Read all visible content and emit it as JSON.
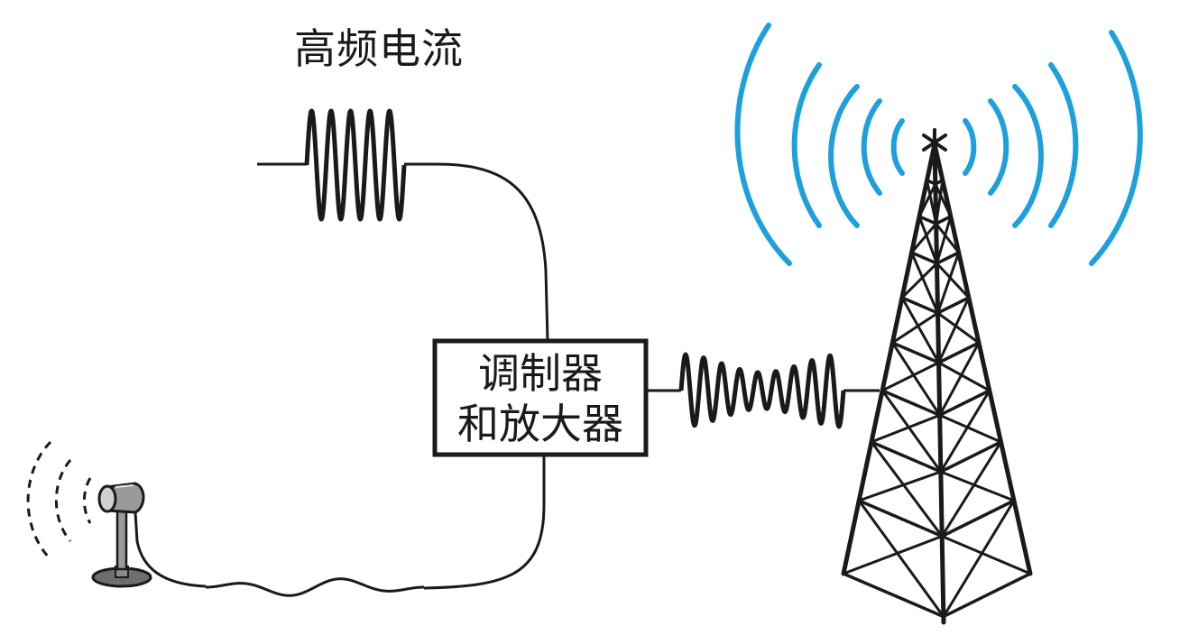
{
  "labels": {
    "high_frequency_current": "高频电流",
    "modulator_line1": "调制器",
    "modulator_line2": "和放大器"
  },
  "icons": {
    "microphone": "microphone-icon",
    "sound_waves": "sound-wave-icon",
    "transmission_tower": "radio-tower-icon",
    "radio_waves": "radio-wave-icon"
  },
  "colors": {
    "line": "#1a1a1a",
    "radio_waves": "#1ea0dc",
    "microphone_body": "#8a8a8a",
    "background": "#ffffff"
  }
}
